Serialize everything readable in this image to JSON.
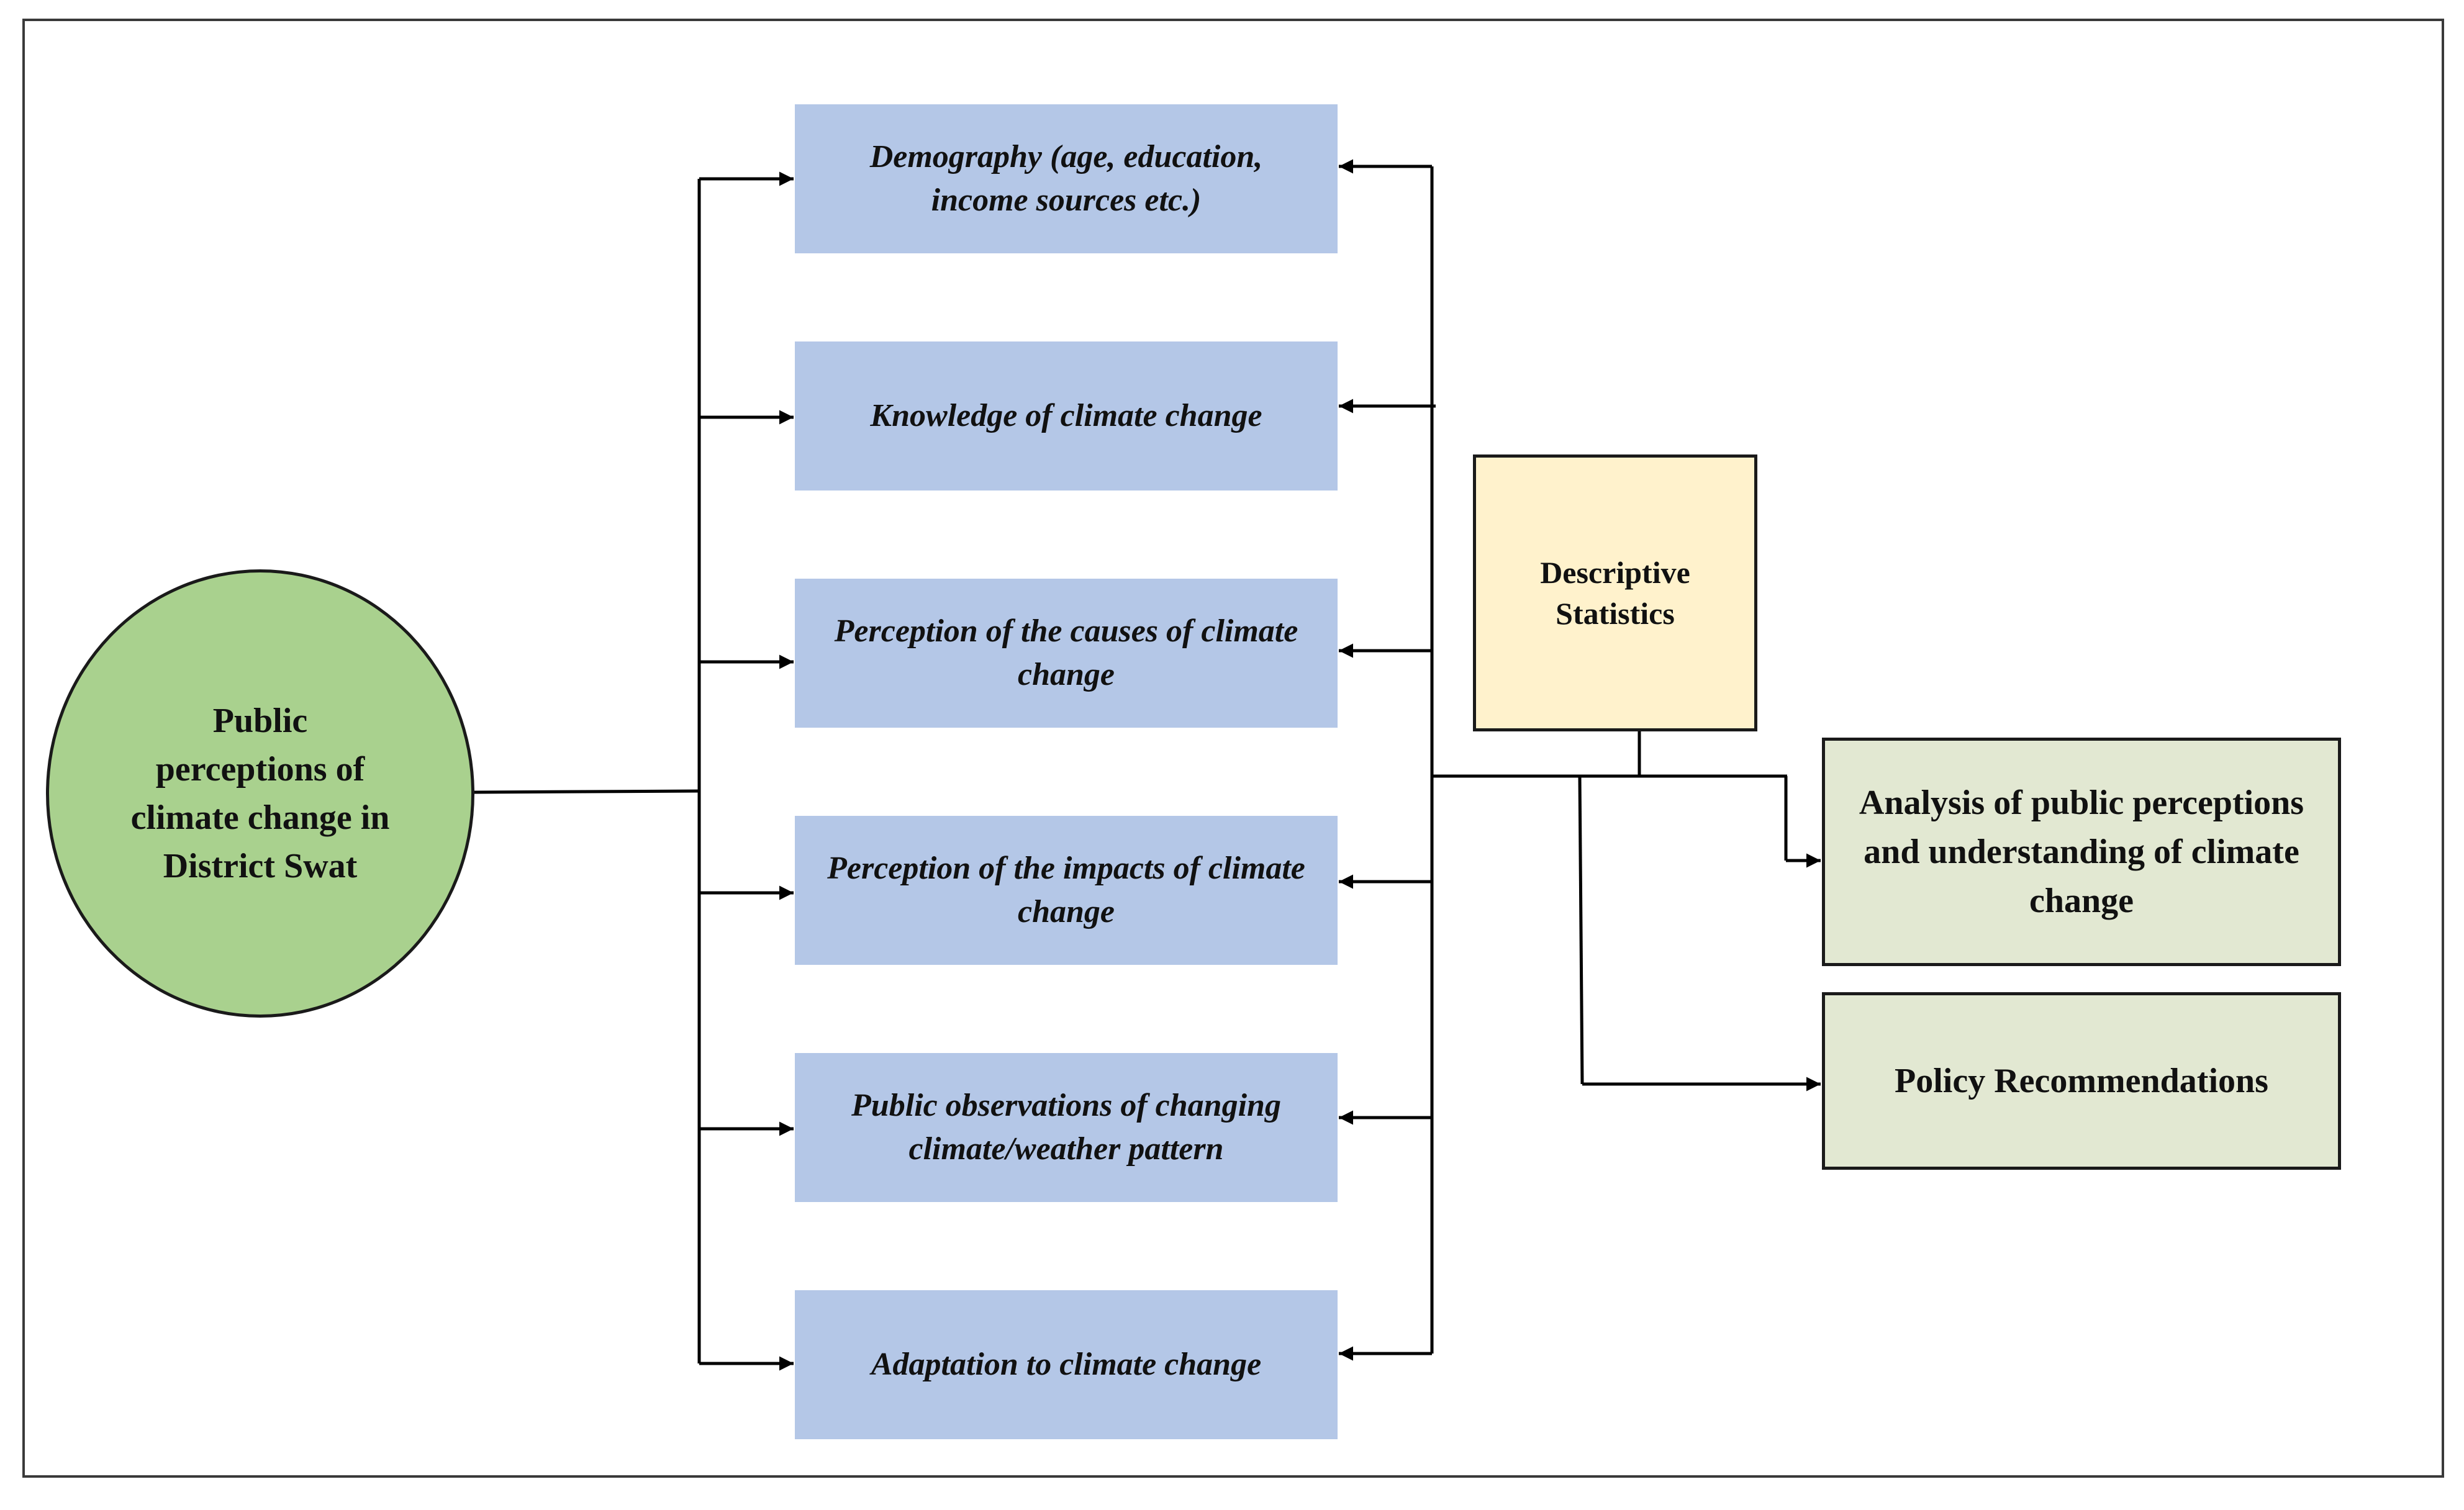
{
  "diagram": {
    "central_node": "Public perceptions of climate change in District Swat",
    "factors": [
      "Demography (age, education, income sources etc.)",
      "Knowledge of climate change",
      "Perception of the causes of climate change",
      "Perception of the impacts of climate change",
      "Public observations of changing climate/weather pattern",
      "Adaptation to climate change"
    ],
    "method_node": "Descriptive Statistics",
    "outcomes": [
      "Analysis of public perceptions and understanding of climate change",
      "Policy Recommendations"
    ],
    "colors": {
      "central_fill": "#a9d18e",
      "factor_fill": "#b4c7e7",
      "method_fill": "#fff2cc",
      "outcome_fill": "#e2e8d2",
      "line": "#000000"
    }
  }
}
